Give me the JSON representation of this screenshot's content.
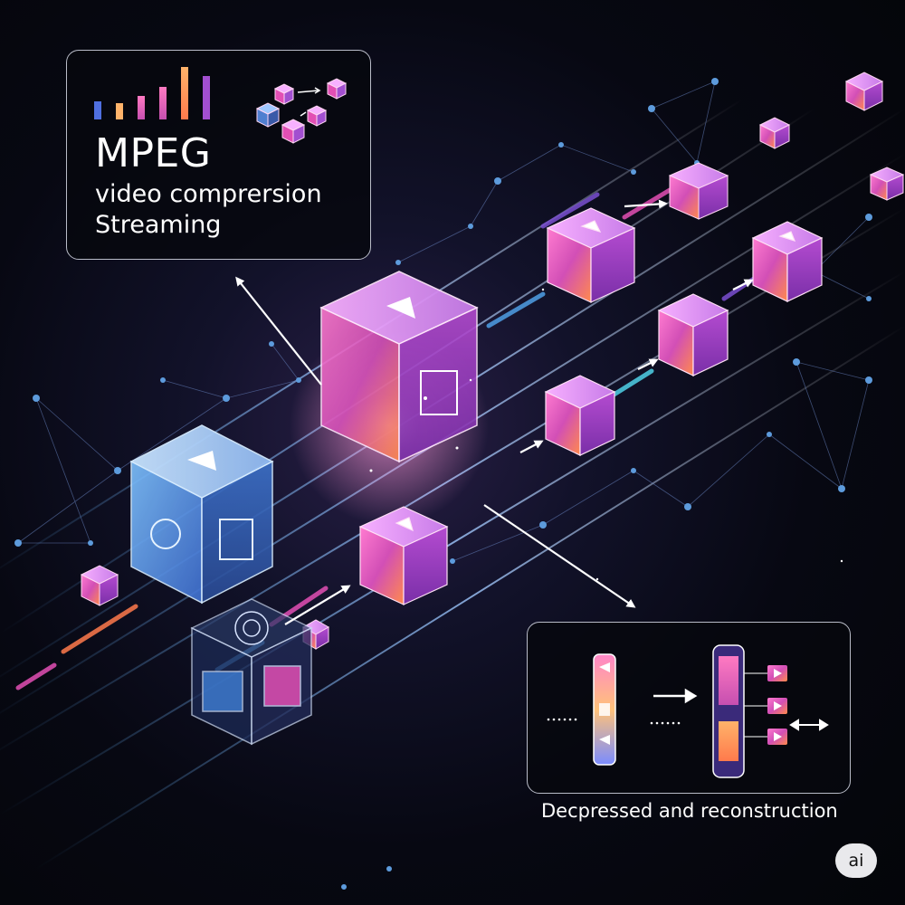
{
  "title_panel": {
    "heading": "MPEG",
    "line1": "video comprersion",
    "line2": "Streaming"
  },
  "caption_panel": {
    "caption": "Decpressed and reconstruction"
  },
  "badge": {
    "label": "ai"
  },
  "colors": {
    "background": "#05060d",
    "magenta": "#e24fb4",
    "orange": "#ff8a4c",
    "blue": "#4f9fe6",
    "purple": "#7a4fd0",
    "network_node": "#5d9bdc"
  },
  "icons": [
    "bar-chart-icon",
    "cube-flow-icon",
    "arrow-icon",
    "play-icon",
    "double-arrow-icon"
  ]
}
